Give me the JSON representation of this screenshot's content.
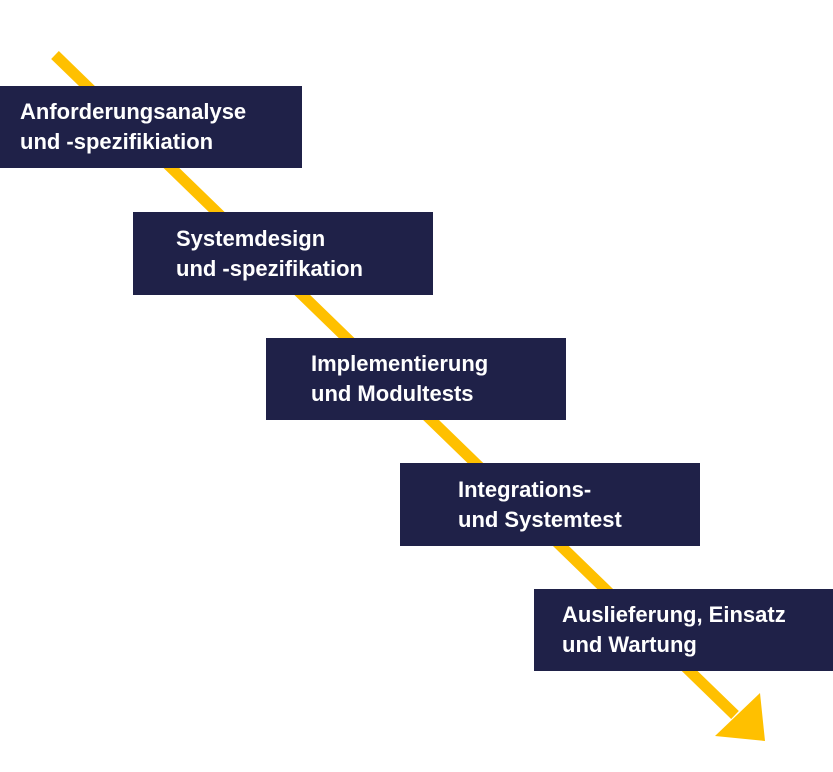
{
  "colors": {
    "box_fill": "#1f2148",
    "box_text": "#ffffff",
    "arrow": "#ffc000",
    "background": "#ffffff"
  },
  "arrow": {
    "icon": "arrow-down-right-icon"
  },
  "phases": [
    {
      "line1": "Anforderungsanalyse",
      "line2": "und -spezifikiation"
    },
    {
      "line1": "Systemdesign",
      "line2": "und -spezifikation"
    },
    {
      "line1": "Implementierung",
      "line2": "und Modultests"
    },
    {
      "line1": "Integrations-",
      "line2": "und Systemtest"
    },
    {
      "line1": "Auslieferung, Einsatz",
      "line2": "und Wartung"
    }
  ]
}
